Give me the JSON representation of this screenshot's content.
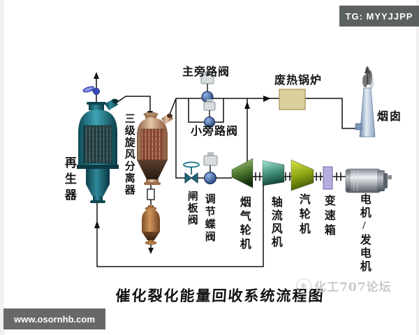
{
  "overlay": {
    "tg_badge": "TG: MYYJJPP",
    "site_badge": "www.osornhb.com"
  },
  "diagram": {
    "title": "催化裂化能量回收系统流程图",
    "watermark": "化工707论坛",
    "equipment": {
      "regenerator": "再生器",
      "cyclone_separator": "三级旋风分离器",
      "main_bypass_valve": "主旁路阀",
      "small_bypass_valve": "小旁路阀",
      "waste_heat_boiler": "废热锅炉",
      "chimney": "烟囱",
      "gate_valve": "闸板阀",
      "regulating_butterfly_valve": "调节蝶阀",
      "flue_gas_turbine": "烟气轮机",
      "axial_fan": "轴流风机",
      "steam_turbine": "汽轮机",
      "gearbox": "变速箱",
      "motor_generator": "电机/发电机"
    },
    "colors": {
      "regenerator_teal": "#2f8999",
      "cyclone_tan": "#d0a887",
      "dust_pot_orange": "#c08552",
      "boiler_khaki": "#dbd09c",
      "chimney_blue": "#93a9cc",
      "flue_gas_turbine_green": "#4f7a31",
      "axial_fan_teal": "#45917c",
      "steam_turbine_yellowgreen": "#90a815",
      "gearbox_lavender": "#b3aede",
      "motor_gray": "#aab2bb",
      "valve_blue": "#2c5396",
      "tg_badge_bg": "#5a615e",
      "site_badge_bg": "#686868",
      "line_black": "#111111"
    }
  },
  "icons": {
    "watermark_logo": "✳"
  }
}
